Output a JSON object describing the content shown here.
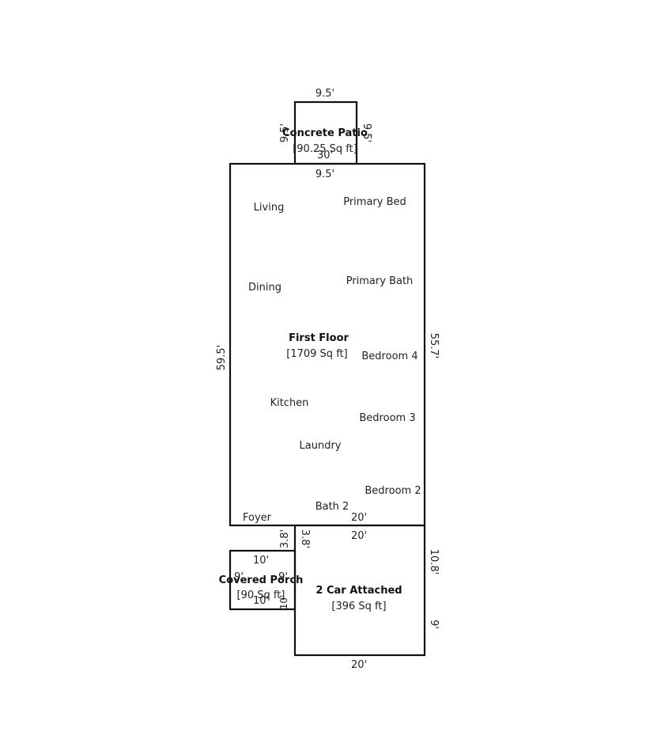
{
  "colors": {
    "wall": "#111111",
    "text": "#222222",
    "background": "#ffffff"
  },
  "areas": {
    "patio": {
      "name": "Concrete Patio",
      "size": "[90.25 Sq ft]"
    },
    "first": {
      "name": "First Floor",
      "size": "[1709 Sq ft]"
    },
    "porch": {
      "name": "Covered Porch",
      "size": "[90 Sq ft]"
    },
    "garage": {
      "name": "2 Car Attached",
      "size": "[396 Sq ft]"
    }
  },
  "rooms": {
    "living": "Living",
    "primary_bed": "Primary Bed",
    "dining": "Dining",
    "primary_bath": "Primary Bath",
    "bedroom4": "Bedroom 4",
    "kitchen": "Kitchen",
    "bedroom3": "Bedroom 3",
    "laundry": "Laundry",
    "bedroom2": "Bedroom 2",
    "foyer": "Foyer",
    "bath2": "Bath 2"
  },
  "dims": {
    "patio_top": "9.5'",
    "patio_left": "9.5'",
    "patio_right": "9.5'",
    "patio_bottom": "30'",
    "first_top": "9.5'",
    "first_left": "59.5'",
    "first_right": "55.7'",
    "first_garage_edge": "20'",
    "first_porch_edge": "3.8'",
    "porch_top": "10'",
    "porch_bottom": "10'",
    "porch_left": "9'",
    "porch_right": "9'",
    "porch_side": "10'",
    "garage_top": "20'",
    "garage_left": "3.8'",
    "garage_right_upper": "10.8'",
    "garage_right_lower": "9'",
    "garage_bottom": "20'"
  }
}
